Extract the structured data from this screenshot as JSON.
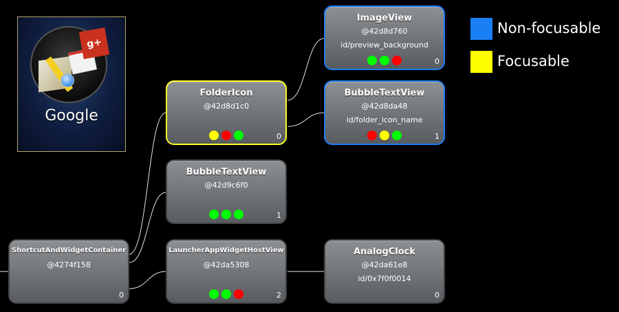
{
  "thumbnail": {
    "label": "Google",
    "icons": [
      "maps-icon",
      "gmail-icon",
      "google-plus-icon"
    ]
  },
  "legend": [
    {
      "label": "Non-focusable",
      "color": "#1a7ff5"
    },
    {
      "label": "Focusable",
      "color": "#ffff00"
    }
  ],
  "status_colors": {
    "green": "#00ff00",
    "yellow": "#ffff00",
    "red": "#ff0000"
  },
  "nodes": {
    "shortcut": {
      "title": "ShortcutAndWidgetContainer",
      "address": "@4274f158",
      "resource_id": "",
      "count": "0",
      "dots": []
    },
    "folder": {
      "title": "FolderIcon",
      "address": "@42d8d1c0",
      "resource_id": "",
      "count": "0",
      "dots": [
        "yellow",
        "red",
        "green"
      ]
    },
    "bubble1": {
      "title": "BubbleTextView",
      "address": "@42d9c6f0",
      "resource_id": "",
      "count": "1",
      "dots": [
        "green",
        "green",
        "green"
      ]
    },
    "launcher": {
      "title": "LauncherAppWidgetHostView",
      "address": "@42da5308",
      "resource_id": "",
      "count": "2",
      "dots": [
        "green",
        "green",
        "red"
      ]
    },
    "imageview": {
      "title": "ImageView",
      "address": "@42d8d760",
      "resource_id": "id/preview_background",
      "count": "0",
      "dots": [
        "green",
        "green",
        "red"
      ]
    },
    "bubble2": {
      "title": "BubbleTextView",
      "address": "@42d8da48",
      "resource_id": "id/folder_icon_name",
      "count": "1",
      "dots": [
        "red",
        "yellow",
        "green"
      ]
    },
    "clock": {
      "title": "AnalogClock",
      "address": "@42da61e8",
      "resource_id": "id/0x7f0f0014",
      "count": "0",
      "dots": []
    }
  }
}
